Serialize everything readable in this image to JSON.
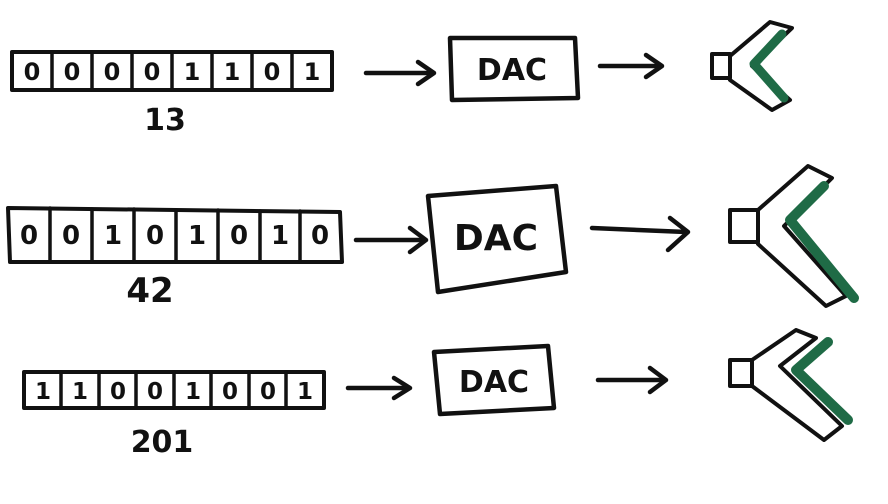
{
  "colors": {
    "ink": "#111111",
    "speaker_cone": "#1f6b46",
    "background": "#ffffff"
  },
  "rows": [
    {
      "bits": [
        "0",
        "0",
        "0",
        "0",
        "1",
        "1",
        "0",
        "1"
      ],
      "number": "13",
      "converter_label": "DAC",
      "speaker_icon": "speaker-icon"
    },
    {
      "bits": [
        "0",
        "0",
        "1",
        "0",
        "1",
        "0",
        "1",
        "0"
      ],
      "number": "42",
      "converter_label": "DAC",
      "speaker_icon": "speaker-icon"
    },
    {
      "bits": [
        "1",
        "1",
        "0",
        "0",
        "1",
        "0",
        "0",
        "1"
      ],
      "number": "201",
      "converter_label": "DAC",
      "speaker_icon": "speaker-icon"
    }
  ]
}
